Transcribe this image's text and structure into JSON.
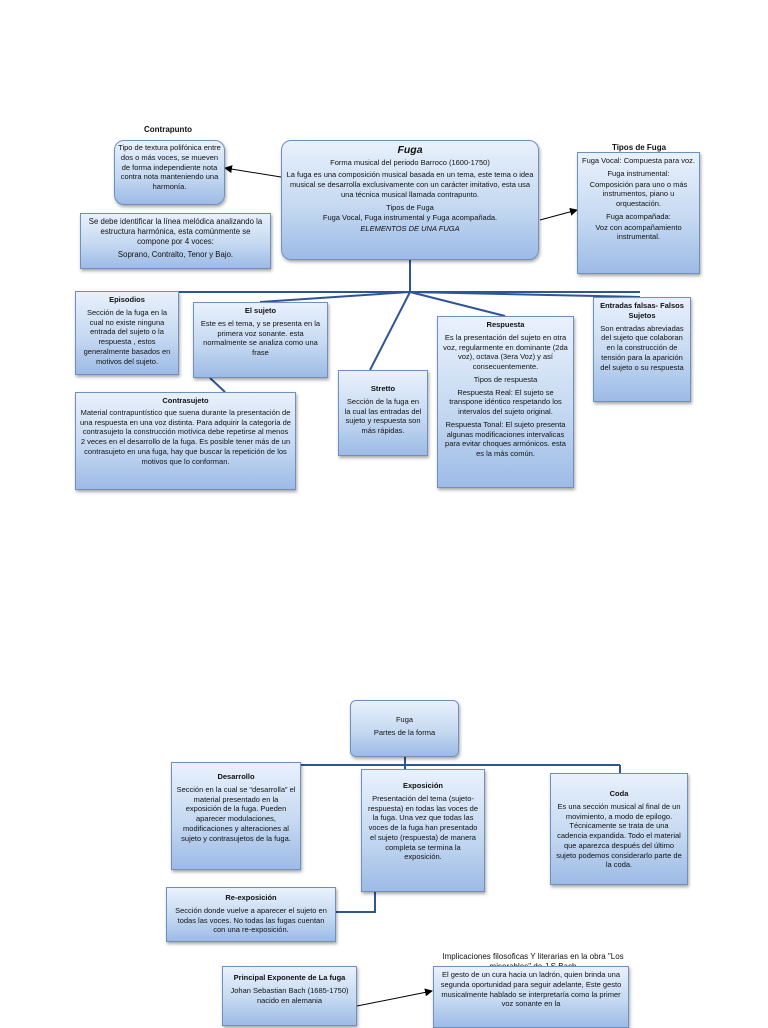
{
  "diagram1": {
    "center": {
      "title": "Fuga",
      "subtitle": "Forma musical del periodo Barroco (1600-1750)",
      "body": "La fuga es una composición musical basada en un tema, este tema o idea musical se desarrolla exclusivamente con un carácter imitativo, esta usa una técnica musical llamada contrapunto.",
      "types_heading": "Tipos de Fuga",
      "types_list": "Fuga Vocal, Fuga instrumental y Fuga acompañada.",
      "elements": "ELEMENTOS DE UNA FUGA"
    },
    "contrapunto": {
      "label": "Contrapunto",
      "body": "Tipo de textura polifónica entre dos o más voces, se mueven de forma independiente nota contra nota manteniendo una harmonía."
    },
    "linea": {
      "body": "Se debe identificar la línea melódica analizando la estructura harmónica, esta comúnmente se compone por 4 voces:",
      "voices": "Soprano, Contralto, Tenor y Bajo."
    },
    "tipos": {
      "label": "Tipos de Fuga",
      "vocal": "Fuga Vocal: Compuesta para voz.",
      "instr_heading": "Fuga instrumental:",
      "instr_body": "Composición para uno o más instrumentos, piano u orquestación.",
      "acomp_heading": "Fuga acompañada:",
      "acomp_body": "Voz con acompañamiento instrumental."
    },
    "episodios": {
      "title": "Episodios",
      "body": "Sección de la fuga en la cual no existe ninguna entrada del sujeto o la respuesta , estos generalmente basados en motivos del sujeto."
    },
    "sujeto": {
      "title": "El sujeto",
      "body": "Este es el tema, y se presenta en la primera voz sonante. esta normalmente se analiza como una frase"
    },
    "stretto": {
      "title": "Stretto",
      "body": "Sección de la fuga en la cual las entradas del sujeto y respuesta son más rápidas."
    },
    "respuesta": {
      "title": "Respuesta",
      "body": "Es la presentación del sujeto en otra voz, regularmente en dominante (2da voz), octava (3era Voz) y así consecuentemente.",
      "types_heading": "Tipos de respuesta",
      "real": "Respuesta Real: El sujeto se transpone idéntico respetando los intervalos del sujeto original.",
      "tonal": "Respuesta Tonal: El sujeto presenta algunas modificaciones intervalicas para evitar choques armónicos. esta es la más común."
    },
    "falsas": {
      "title": "Entradas falsas- Falsos Sujetos",
      "body": "Son entradas abreviadas del sujeto que colaboran en la construcción de tensión para la aparición del sujeto o su respuesta"
    },
    "contrasujeto": {
      "title": "Contrasujeto",
      "body": "Material contrapuntístico que suena durante la presentación de una respuesta en una voz distinta. Para adquirir la categoría de contrasujeto la construcción motívica debe repetirse al menos 2 veces en el desarrollo de la fuga. Es posible tener más de un contrasujeto en una fuga, hay que buscar la repetición de los motivos que lo conforman."
    }
  },
  "diagram2": {
    "center": {
      "title": "Fuga",
      "subtitle": "Partes de la forma"
    },
    "desarrollo": {
      "title": "Desarrollo",
      "body": "Sección en la cual se “desarrolla” el material presentado en la exposición de la fuga. Pueden aparecer modulaciones, modificaciones y alteraciones al sujeto y contrasujetos de la fuga."
    },
    "exposicion": {
      "title": "Exposición",
      "body": "Presentación del tema (sujeto-respuesta) en todas las voces de la fuga. Una vez que todas las voces de la fuga han presentado el sujeto (respuesta) de manera completa se termina la exposición."
    },
    "coda": {
      "title": "Coda",
      "body": "Es una sección musical al final de un movimiento, a modo de epilogo. Técnicamente se trata de una cadencia expandida. Todo el material que aparezca después del último sujeto podemos considerarlo parte de la coda."
    },
    "reexposicion": {
      "title": "Re-exposición",
      "body": "Sección donde vuelve a aparecer el sujeto en todas las voces. No todas las fugas cuentan con una re-exposición."
    }
  },
  "diagram3": {
    "exponente": {
      "title": "Principal Exponente de La fuga",
      "body": "Johan Sebastian Bach (1685-1750) nacido en alemania"
    },
    "implicaciones": {
      "title": "Implicaciones filosoficas Y literarias en la obra \"Los miserables\" de J.S Bach",
      "body": "El gesto de un cura hacia un ladrón, quien brinda una segunda oportunidad para seguir adelante, Este gesto musicalmente hablado se interpretaría como la primer voz sonante en la"
    }
  },
  "colors": {
    "box_top": "#e9f1fc",
    "box_bottom": "#9dbbe6",
    "border": "#6f8fbf",
    "line": "#2f5597"
  }
}
